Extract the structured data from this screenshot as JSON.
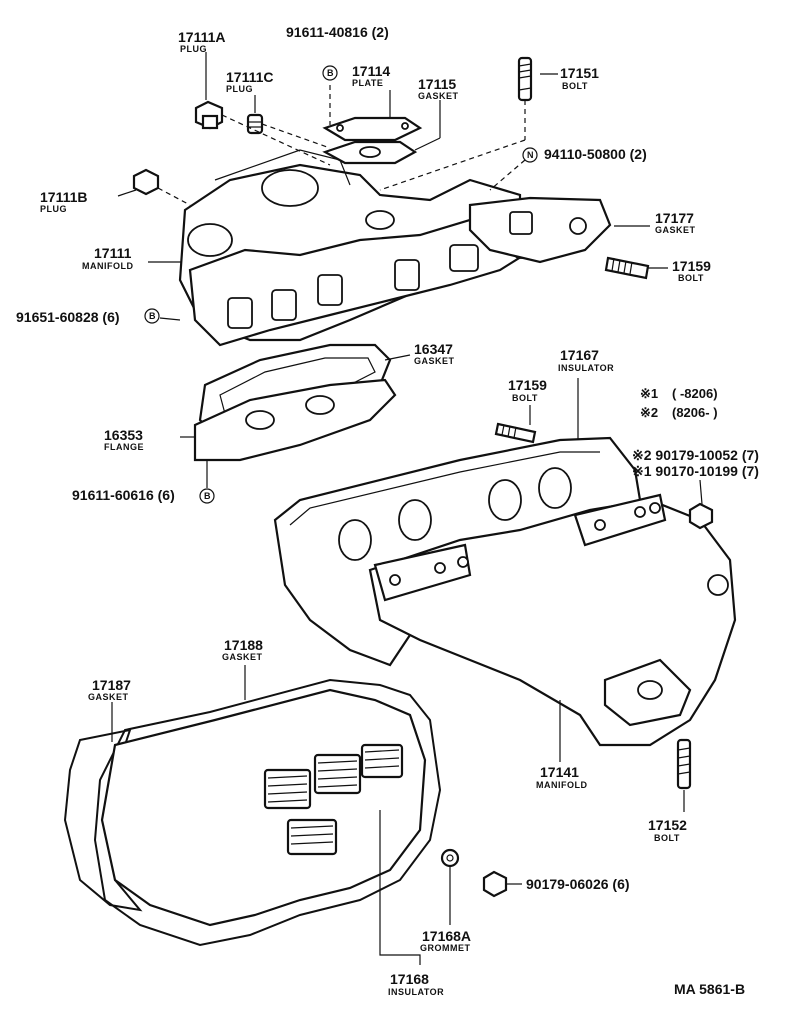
{
  "parts": {
    "p17111A": {
      "number": "17111A",
      "name": "PLUG"
    },
    "p17111C": {
      "number": "17111C",
      "name": "PLUG"
    },
    "p17111B": {
      "number": "17111B",
      "name": "PLUG"
    },
    "p17111": {
      "number": "17111",
      "name": "MANIFOLD"
    },
    "p91611_40816": {
      "number": "91611-40816 (2)",
      "mark": "B"
    },
    "p17114": {
      "number": "17114",
      "name": "PLATE"
    },
    "p17115": {
      "number": "17115",
      "name": "GASKET"
    },
    "p17151": {
      "number": "17151",
      "name": "BOLT"
    },
    "p94110": {
      "number": "94110-50800 (2)",
      "mark": "N"
    },
    "p17177": {
      "number": "17177",
      "name": "GASKET"
    },
    "p17159a": {
      "number": "17159",
      "name": "BOLT"
    },
    "p91651": {
      "number": "91651-60828 (6)",
      "mark": "B"
    },
    "p16347": {
      "number": "16347",
      "name": "GASKET"
    },
    "p16353": {
      "number": "16353",
      "name": "FLANGE"
    },
    "p91611_60616": {
      "number": "91611-60616 (6)",
      "mark": "B"
    },
    "p17167": {
      "number": "17167",
      "name": "INSULATOR"
    },
    "p17159b": {
      "number": "17159",
      "name": "BOLT"
    },
    "p90179_10052": {
      "number": "※2 90179-10052 (7)"
    },
    "p90170_10199": {
      "number": "※1 90170-10199 (7)"
    },
    "p17188": {
      "number": "17188",
      "name": "GASKET"
    },
    "p17187": {
      "number": "17187",
      "name": "GASKET"
    },
    "p17141": {
      "number": "17141",
      "name": "MANIFOLD"
    },
    "p17152": {
      "number": "17152",
      "name": "BOLT"
    },
    "p90179_06026": {
      "number": "90179-06026 (6)"
    },
    "p17168A": {
      "number": "17168A",
      "name": "GROMMET"
    },
    "p17168": {
      "number": "17168",
      "name": "INSULATOR"
    }
  },
  "notes": {
    "note1_mark": "※1",
    "note1_range": "(        -8206)",
    "note2_mark": "※2",
    "note2_range": "(8206-        )"
  },
  "diagram_code": "MA 5861-B"
}
